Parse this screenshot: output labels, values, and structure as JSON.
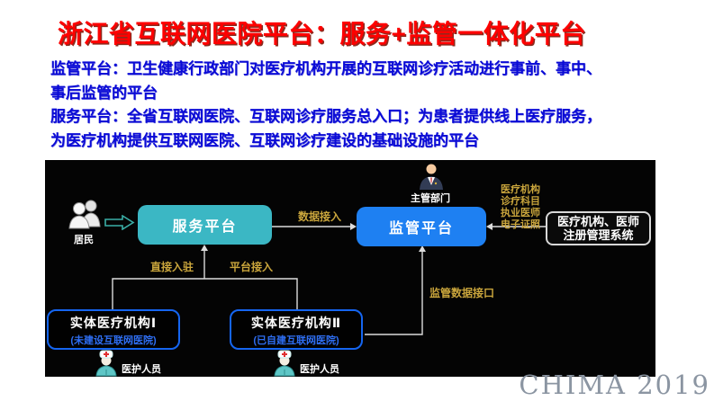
{
  "slide": {
    "title": "浙江省互联网医院平台：服务+监管一体化平台",
    "description_lines": [
      "监管平台：卫生健康行政部门对医疗机构开展的互联网诊疗活动进行事前、事中、",
      "事后监管的平台",
      "服务平台：全省互联网医院、互联网诊疗服务总入口；为患者提供线上医疗服务，",
      "为医疗机构提供互联网医院、互联网诊疗建设的基础设施的平台"
    ],
    "watermark": "CHIMA 2019"
  },
  "diagram": {
    "residents_label": "居民",
    "supervisor_label": "主管部门",
    "service_platform_label": "服务平台",
    "supervision_platform_label": "监管平台",
    "registration_system_line1": "医疗机构、医师",
    "registration_system_line2": "注册管理系统",
    "institution1_title": "实体医疗机构Ⅰ",
    "institution1_subtitle": "(未建设互联网医院)",
    "institution2_title": "实体医疗机构Ⅱ",
    "institution2_subtitle": "(已自建互联网医院)",
    "staff1_label": "医护人员",
    "staff2_label": "医护人员",
    "edge_labels": {
      "data_access": "数据接入",
      "direct_entry": "直接入驻",
      "platform_access": "平台接入",
      "supervision_data_interface": "监管数据接口",
      "registration_items": [
        "医疗机构",
        "诊疗科目",
        "执业医师",
        "电子证照"
      ]
    },
    "colors": {
      "title_red": "#fe0000",
      "description_blue": "#0a0ad6",
      "service_platform": "#3bb7c4",
      "supervision_platform": "#1e80f2",
      "institution_border": "#1565f0",
      "edge_label_yellow": "#c9a53c",
      "diagram_background": "#040404",
      "watermark_gray": "#8b95a2"
    }
  }
}
